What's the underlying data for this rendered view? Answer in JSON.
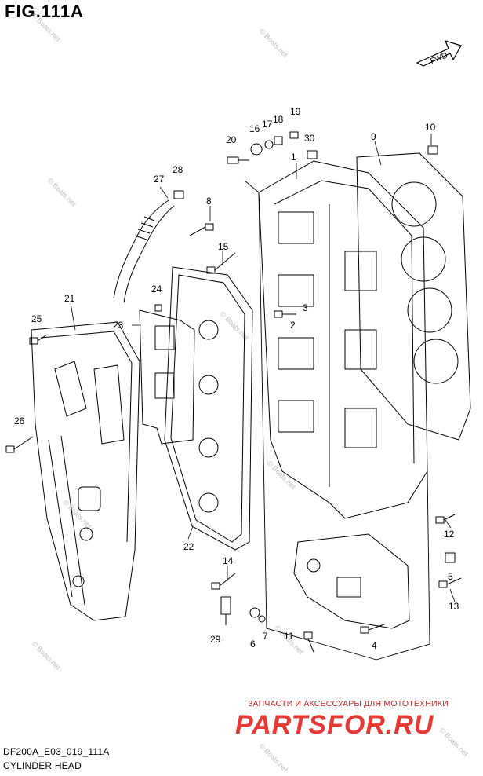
{
  "figure": {
    "title": "FIG.111A",
    "forward_label": "FWD"
  },
  "footer": {
    "code": "DF200A_E03_019_111A",
    "name": "CYLINDER HEAD"
  },
  "watermark": {
    "site": "© Boats.net",
    "ru_line": "ЗАПЧАСТИ И АКСЕССУАРЫ ДЛЯ МОТОТЕХНИКИ",
    "logo": "PARTSFOR.RU",
    "colors": {
      "ru_text": "#c62828",
      "logo": "#e53935",
      "site": "#bdbdbd"
    }
  },
  "callouts": [
    "1",
    "2",
    "3",
    "4",
    "5",
    "6",
    "7",
    "8",
    "9",
    "10",
    "11",
    "12",
    "13",
    "14",
    "15",
    "16",
    "17",
    "18",
    "19",
    "20",
    "21",
    "22",
    "23",
    "24",
    "25",
    "26",
    "27",
    "28",
    "29",
    "30"
  ]
}
